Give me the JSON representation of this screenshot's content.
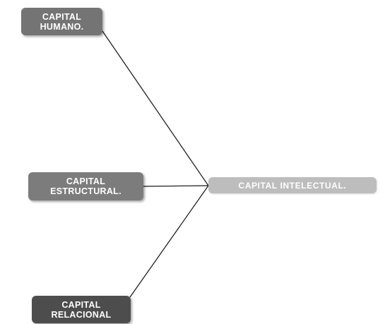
{
  "diagram": {
    "nodes": {
      "humano": {
        "label": "CAPITAL\nHUMANO.",
        "color": "#747474"
      },
      "estructural": {
        "label": "CAPITAL\nESTRUCTURAL.",
        "color": "#7c7c7c"
      },
      "relacional": {
        "label": "CAPITAL\nRELACIONAL",
        "color": "#4d4d4d"
      },
      "intelectual": {
        "label": "CAPITAL INTELECTUAL.",
        "color": "#bdbdbd"
      }
    },
    "connector_color": "#111111"
  }
}
